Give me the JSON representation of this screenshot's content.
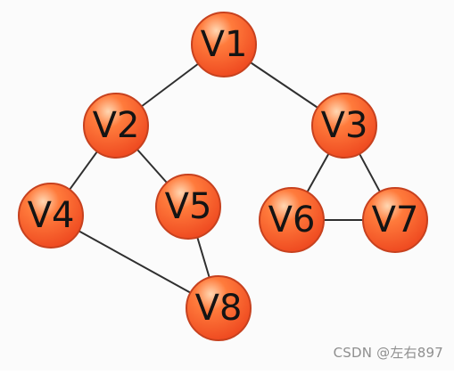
{
  "graph": {
    "nodes": [
      {
        "id": "V1",
        "label": "V1"
      },
      {
        "id": "V2",
        "label": "V2"
      },
      {
        "id": "V3",
        "label": "V3"
      },
      {
        "id": "V4",
        "label": "V4"
      },
      {
        "id": "V5",
        "label": "V5"
      },
      {
        "id": "V6",
        "label": "V6"
      },
      {
        "id": "V7",
        "label": "V7"
      },
      {
        "id": "V8",
        "label": "V8"
      }
    ],
    "edges": [
      [
        "V1",
        "V2"
      ],
      [
        "V1",
        "V3"
      ],
      [
        "V2",
        "V4"
      ],
      [
        "V2",
        "V5"
      ],
      [
        "V3",
        "V6"
      ],
      [
        "V3",
        "V7"
      ],
      [
        "V6",
        "V7"
      ],
      [
        "V4",
        "V8"
      ],
      [
        "V5",
        "V8"
      ]
    ],
    "node_gradient": {
      "highlight": "#ffd7b2",
      "mid": "#ff7b3c",
      "base": "#ef4b21",
      "edge": "#c7411e"
    }
  },
  "watermark": {
    "text": "CSDN @左右897"
  }
}
